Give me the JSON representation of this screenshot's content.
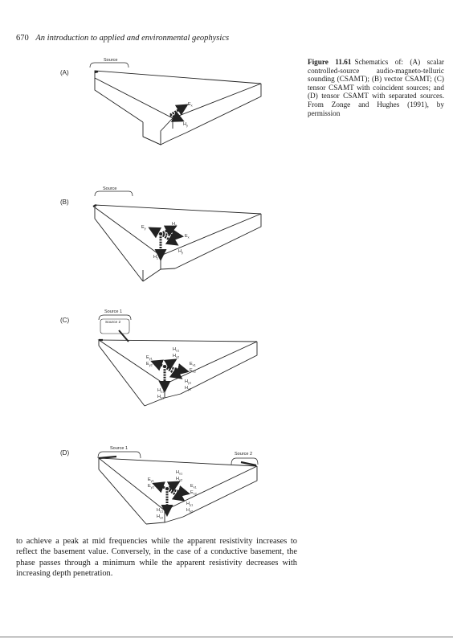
{
  "header": {
    "page_number": "670",
    "running_title": "An introduction to applied and environmental geophysics"
  },
  "caption": {
    "label": "Figure 11.61",
    "text": "Schematics of: (A) scalar controlled-source audio-magneto-telluric sounding (CSAMT); (B) vector CSAMT; (C) tensor CSAMT with coincident sources; and (D) tensor CSAMT with separated sources. From Zonge and Hughes (1991), by permission"
  },
  "panels": {
    "A": {
      "label": "(A)",
      "source": "Source",
      "e1": "E",
      "e1_sub": "x",
      "h1": "H",
      "h1_sub": "y"
    },
    "B": {
      "label": "(B)",
      "source": "Source",
      "ey": "E",
      "ey_sub": "y",
      "hx": "H",
      "hx_sub": "x",
      "ex": "E",
      "ex_sub": "x",
      "hz": "H",
      "hz_sub": "z",
      "hy": "H",
      "hy_sub": "y"
    },
    "C": {
      "label": "(C)",
      "source1": "Source 1",
      "source2": "Source 2",
      "ey1": "E",
      "ey1_sub": "y1",
      "ey2": "E",
      "ey2_sub": "y2",
      "hx1": "H",
      "hx1_sub": "x1",
      "hx2": "H",
      "hx2_sub": "x2",
      "ex1": "E",
      "ex1_sub": "x1",
      "ex2": "E",
      "ex2_sub": "x2",
      "hy1": "H",
      "hy1_sub": "y1",
      "hy2": "H",
      "hy2_sub": "y2",
      "hz1": "H",
      "hz1_sub": "z1",
      "hz2": "H",
      "hz2_sub": "z2"
    },
    "D": {
      "label": "(D)",
      "source1": "Source 1",
      "source2": "Source 2",
      "ey1": "E",
      "ey1_sub": "y1",
      "ey2": "E",
      "ey2_sub": "y2",
      "hx1": "H",
      "hx1_sub": "x1",
      "hx2": "H",
      "hx2_sub": "x2",
      "ex1": "E",
      "ex1_sub": "x1",
      "ex2": "E",
      "ex2_sub": "x2",
      "hy1": "H",
      "hy1_sub": "y1",
      "hy2": "H",
      "hy2_sub": "y2",
      "hz1": "H",
      "hz1_sub": "z1",
      "hz2": "H",
      "hz2_sub": "z2"
    }
  },
  "body_text": "to achieve a peak at mid frequencies while the apparent resistivity increases to reflect the basement value. Conversely, in the case of a conductive basement, the phase passes through a minimum while the apparent resistivity decreases with increasing depth penetration."
}
